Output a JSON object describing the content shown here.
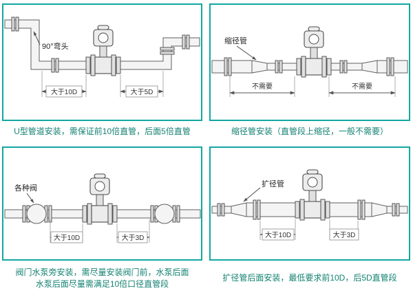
{
  "page": {
    "background": "#ffffff"
  },
  "colors": {
    "panel_border": "#12a7a2",
    "caption_text": "#148273",
    "line": "#555555"
  },
  "panels": [
    {
      "caption": "U型管道安装，需保证前10倍直管，后面5倍直管",
      "labels": {
        "callout": "90°弯头",
        "dim1": "大于10D",
        "dim2": "大于5D"
      }
    },
    {
      "caption": "缩径管安装（直管段上缩径，一般不需要）",
      "labels": {
        "callout": "缩径管",
        "dim1": "不需要",
        "dim2": "不需要"
      }
    },
    {
      "caption_line1": "阀门水泵旁安装，需尽量安装阀门前，水泵后面",
      "caption_line2": "水泵后面尽量需满足10倍口径直管段",
      "labels": {
        "callout": "各种阀",
        "dim1": "大于10D",
        "dim2": "大于3D"
      }
    },
    {
      "caption": "扩径管后面安装，最低要求前10D，后5D直管段",
      "labels": {
        "callout": "扩径管",
        "dim1": "大于10D",
        "dim2": "大于3D"
      }
    }
  ]
}
